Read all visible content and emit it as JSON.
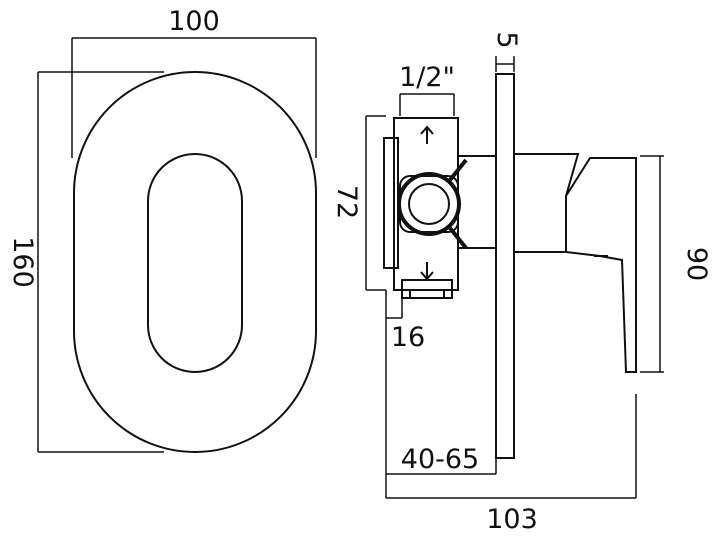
{
  "front_view": {
    "width_label": "100",
    "height_label": "160"
  },
  "side_view": {
    "thread_label": "1/2\"",
    "plate_thickness_label": "5",
    "body_height_label": "72",
    "body_offset_label": "16",
    "lever_height_label": "90",
    "depth_range_label": "40-65",
    "total_depth_label": "103"
  },
  "colors": {
    "line": "#111111",
    "background": "#ffffff"
  }
}
